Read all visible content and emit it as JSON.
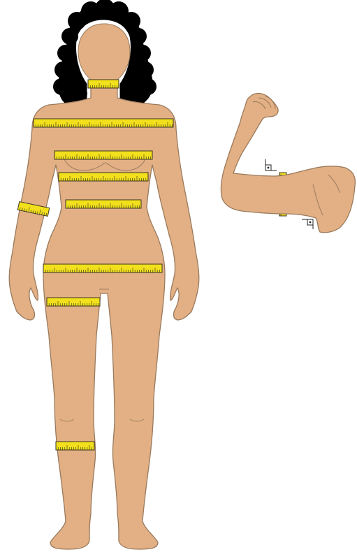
{
  "colors": {
    "background": "#ffffff",
    "skin": "#e2b084",
    "skin_outline": "#9a7a5e",
    "hair": "#000000",
    "tape": "#f2e01c",
    "tape_outline": "#3a3520",
    "tick": "#2a2a22"
  },
  "figure": {
    "subject": "female-body-front-view",
    "measurements": [
      "neck",
      "shoulders",
      "bust",
      "under-bust",
      "upper-arm",
      "waist",
      "hips",
      "thigh",
      "calf"
    ]
  },
  "arm_detail": {
    "subject": "flexed-arm",
    "measurements": [
      "biceps"
    ],
    "right_angle_markers": 2
  }
}
